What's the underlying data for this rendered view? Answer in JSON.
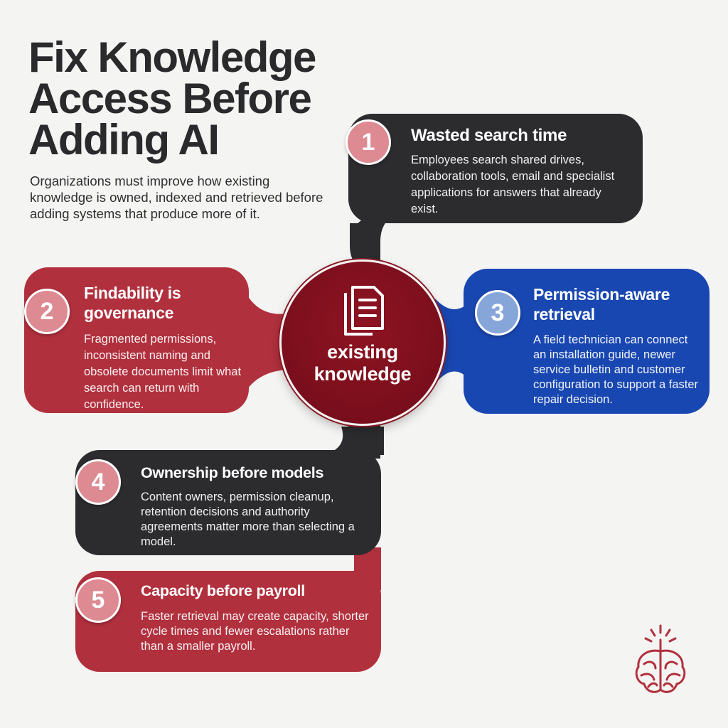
{
  "title_lines": [
    "Fix Knowledge",
    "Access Before",
    "Adding AI"
  ],
  "subtitle": "Organizations must improve how existing knowledge is owned, indexed and retrieved before adding systems that produce more of it.",
  "hub": {
    "label": "existing knowledge",
    "icon": "document-icon"
  },
  "steps": [
    {
      "number": "1",
      "title": "Wasted search time",
      "body": "Employees search shared drives, collaboration tools, email and specialist applications for answers that already exist."
    },
    {
      "number": "2",
      "title": "Findability is governance",
      "body": "Fragmented permissions, inconsistent naming and obsolete documents limit what search can return with confidence."
    },
    {
      "number": "3",
      "title": "Permission-aware retrieval",
      "body": "A field technician can connect an installation guide, newer service bulletin and customer configuration to support a faster repair decision."
    },
    {
      "number": "4",
      "title": "Ownership before models",
      "body": "Content owners, permission cleanup, retention decisions and authority agreements matter more than selecting a model."
    },
    {
      "number": "5",
      "title": "Capacity before payroll",
      "body": "Faster retrieval may create capacity, shorter cycle times and fewer escalations rather than a smaller payroll."
    }
  ],
  "colors": {
    "dark": "#2c2c2f",
    "red": "#b1303d",
    "blue": "#1947b1",
    "hub": "#7a0e1c",
    "badge_pink": "#dd8a92",
    "badge_blue": "#86a6da",
    "background": "#f4f4f3"
  },
  "logo": {
    "icon": "brain-logo-icon"
  }
}
